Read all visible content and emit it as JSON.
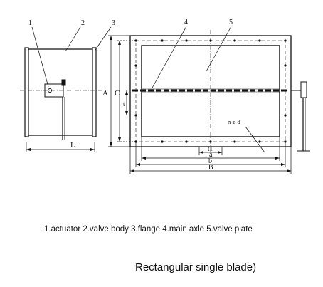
{
  "figure": {
    "title": "Rectangular single blade)",
    "legend": "1.actuator  2.valve body  3.flange  4.main axle  5.valve plate"
  },
  "callouts": [
    "1",
    "2",
    "3",
    "4",
    "5"
  ],
  "dimensions": {
    "L": "L",
    "A": "A",
    "C": "C",
    "t": "t",
    "t1": "t1",
    "a": "a",
    "b": "b",
    "B": "B",
    "holes": "n-ø d"
  },
  "colors": {
    "ink": "#111111",
    "background": "#ffffff"
  }
}
